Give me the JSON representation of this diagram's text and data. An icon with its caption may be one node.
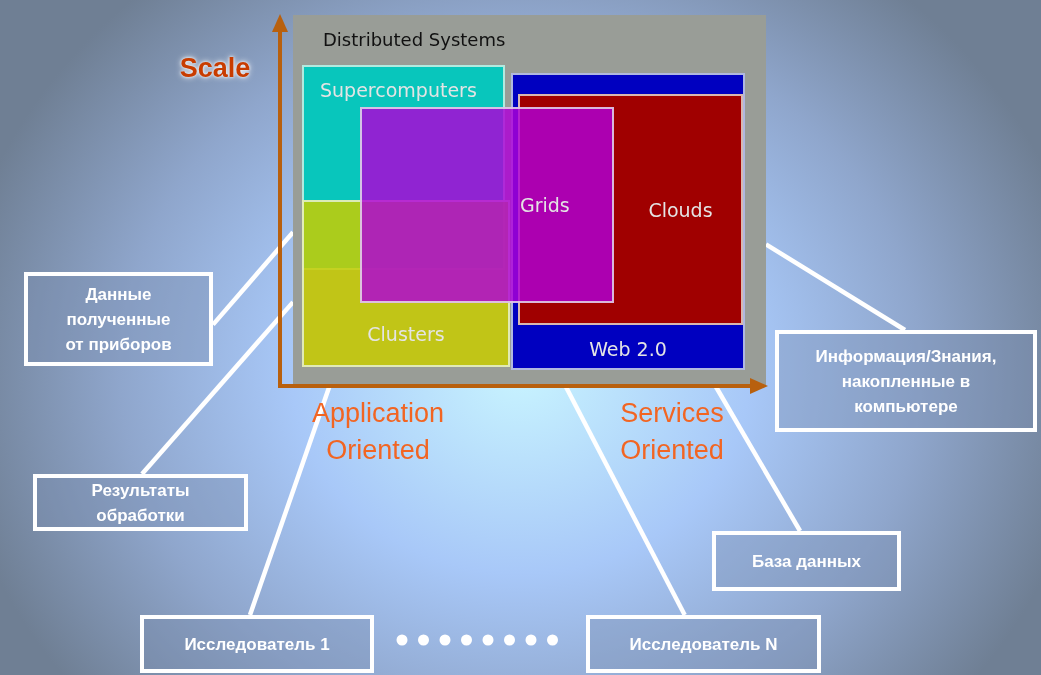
{
  "diagram": {
    "nodes": [
      {
        "text": [
          "Distributed Systems"
        ]
      },
      {
        "text": [
          "Supercomputers"
        ],
        "in": 0
      },
      {
        "text": [
          "Clusters"
        ],
        "in": 0
      },
      {
        "text": [
          "Grids"
        ],
        "in": 0
      },
      {
        "text": [
          "Web 2.0"
        ],
        "in": 0
      },
      {
        "text": [
          "Clouds"
        ],
        "in": 4
      },
      {
        "text": [
          "Данные полученные от приборов"
        ]
      },
      {
        "text": [
          "Результаты обработки"
        ]
      },
      {
        "text": [
          "Исследователь 1"
        ]
      },
      {
        "text": [
          "Исследователь N"
        ]
      },
      {
        "text": [
          "База данных"
        ]
      },
      {
        "text": [
          "Информация/Знания, накопленные в компьютере"
        ]
      }
    ],
    "edges": [
      {
        "from": 6,
        "to": 0,
        "arrow": "none"
      },
      {
        "from": 7,
        "to": 0,
        "arrow": "none"
      },
      {
        "from": 8,
        "to": 0,
        "arrow": "none"
      },
      {
        "from": 9,
        "to": 0,
        "arrow": "none"
      },
      {
        "from": 10,
        "to": 0,
        "arrow": "none"
      },
      {
        "from": 11,
        "to": 0,
        "arrow": "none"
      }
    ],
    "labels": [
      "Scale",
      "Application Oriented",
      "Services Oriented"
    ]
  }
}
